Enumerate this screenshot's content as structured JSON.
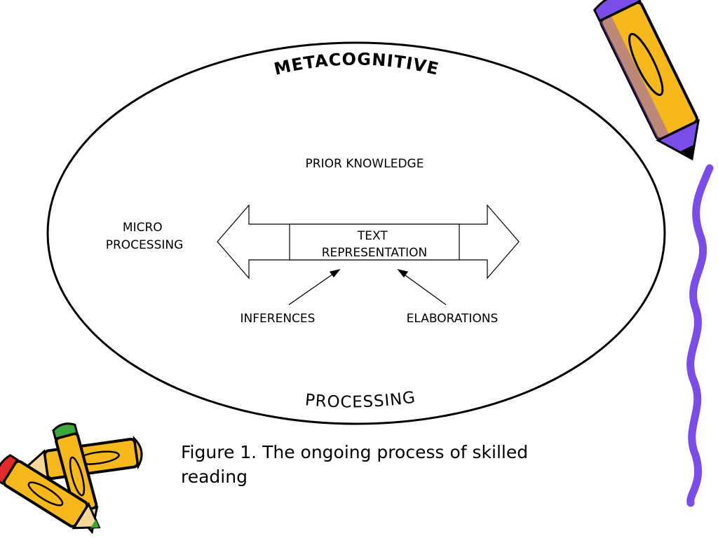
{
  "diagram": {
    "outer_top_label": "METACOGNITIVE",
    "outer_bottom_label": "PROCESSING",
    "prior_knowledge": "PRIOR KNOWLEDGE",
    "micro_processing": [
      "MICRO",
      "PROCESSING"
    ],
    "text_representation": [
      "TEXT",
      "REPRESENTATION"
    ],
    "inferences": "INFERENCES",
    "elaborations": "ELABORATIONS"
  },
  "caption": {
    "text": "Figure 1. The ongoing process of skilled reading"
  },
  "colors": {
    "line": "#000000",
    "pencil_yellow": "#f6b81a",
    "pencil_outline": "#000000",
    "eraser_purple": "#7a4de8",
    "eraser_red": "#e32b2b",
    "eraser_green": "#3aa83a",
    "squiggle": "#7a4de8"
  },
  "decorations": [
    "pencil-icon",
    "pencil-cluster-icon",
    "squiggle-border"
  ]
}
